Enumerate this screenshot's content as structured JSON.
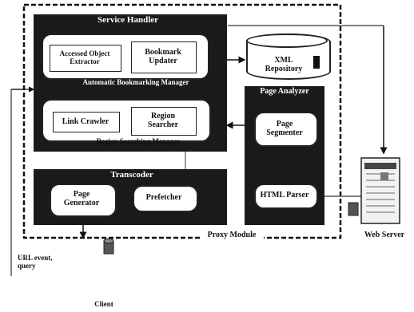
{
  "diagram": {
    "service_handler": "Service Handler",
    "accessed_object_extractor": "Accessed Object Extractor",
    "bookmark_updater": "Bookmark Updater",
    "auto_bookmarking_manager": "Automatic Bookmarking Manager",
    "link_crawler": "Link Crawler",
    "region_searcher": "Region Searcher",
    "region_searching_manager": "Region Searching Manager",
    "xml_repository": "XML Repository",
    "page_analyzer": "Page Analyzer",
    "page_segmenter": "Page Segmenter",
    "html_parser": "HTML Parser",
    "transcoder": "Transcoder",
    "page_generator": "Page Generator",
    "prefetcher": "Prefetcher",
    "proxy_module": "Proxy Module",
    "web_server": "Web Server",
    "url_event": "URL event, query",
    "client": "Client"
  }
}
